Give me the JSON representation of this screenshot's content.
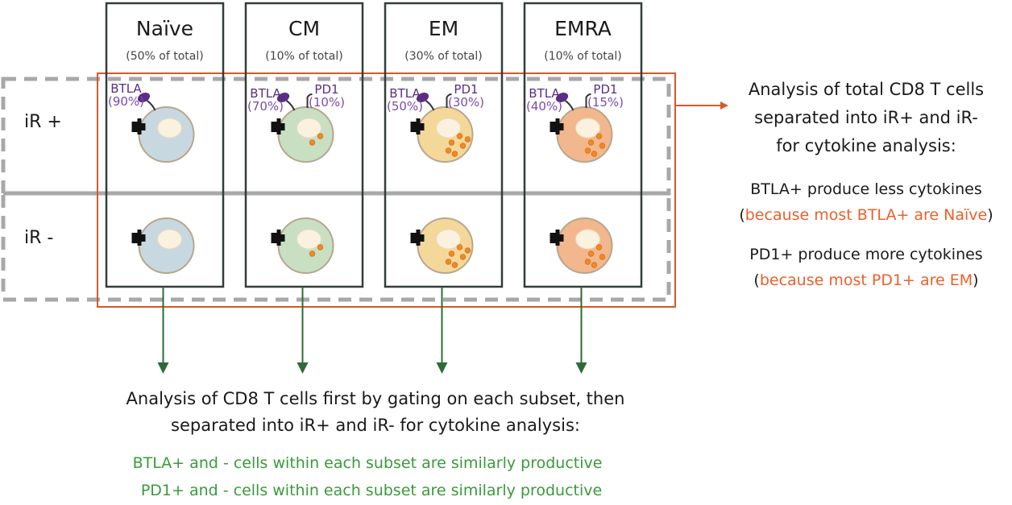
{
  "colors": {
    "box_border": "#333d3a",
    "orange": "#d35a2a",
    "gray_dash": "#a8a8a8",
    "green_arrow": "#2e6b35",
    "receptor_purple": "#5b2d84",
    "granule": "#f08a24"
  },
  "subsets": [
    {
      "name": "Naïve",
      "pct": "(50% of total)",
      "fill": "#c8d8e1",
      "granules": 0,
      "btla": {
        "label": "BTLA",
        "pct": "(90%)"
      },
      "pd1": null
    },
    {
      "name": "CM",
      "pct": "(10% of total)",
      "fill": "#c9dfc2",
      "granules": 2,
      "btla": {
        "label": "BTLA",
        "pct": "(70%)"
      },
      "pd1": {
        "label": "PD1",
        "pct": "(10%)"
      }
    },
    {
      "name": "EM",
      "pct": "(30% of total)",
      "fill": "#f4d89a",
      "granules": 6,
      "btla": {
        "label": "BTLA",
        "pct": "(50%)"
      },
      "pd1": {
        "label": "PD1",
        "pct": "(30%)"
      }
    },
    {
      "name": "EMRA",
      "pct": "(10% of total)",
      "fill": "#f3b78d",
      "granules": 5,
      "btla": {
        "label": "BTLA",
        "pct": "(40%)"
      },
      "pd1": {
        "label": "PD1",
        "pct": "(15%)"
      }
    }
  ],
  "rows": [
    {
      "label": "iR +"
    },
    {
      "label": "iR -"
    }
  ],
  "right_panel": {
    "title_lines": [
      "Analysis of total CD8 T cells",
      "separated into iR+ and iR-",
      "for cytokine analysis:"
    ],
    "note1_line1": "BTLA+ produce less cytokines",
    "note1_open": "(",
    "note1_reason": "because most BTLA+ are Naïve",
    "note1_close": ")",
    "note2_line1": "PD1+ produce more cytokines",
    "note2_open": "(",
    "note2_reason": "because most PD1+ are EM",
    "note2_close": ")"
  },
  "bottom_panel": {
    "title_lines": [
      "Analysis of CD8 T cells first by gating on each subset, then",
      "separated into iR+ and iR- for cytokine analysis:"
    ],
    "note1": "BTLA+ and - cells within each subset are similarly productive",
    "note2": "PD1+ and - cells within each subset are similarly productive"
  }
}
